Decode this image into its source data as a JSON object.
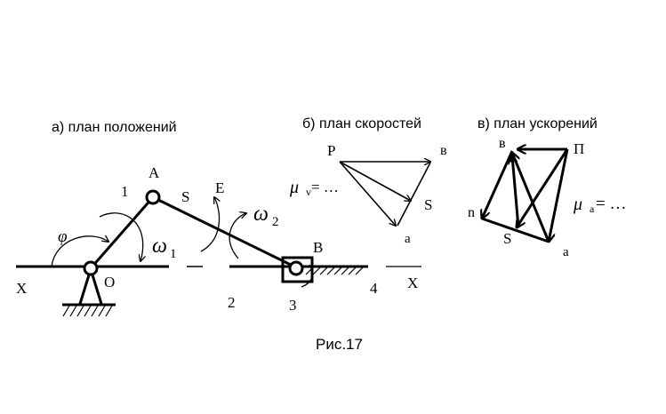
{
  "titles": {
    "positions": "а) план положений",
    "velocities": "б) план скоростей",
    "accelerations": "в) план ускорений"
  },
  "caption": "Рис.17",
  "mechanism": {
    "axis_x_left": "X",
    "axis_x_right": "X",
    "point_O": "O",
    "point_A": "A",
    "point_B": "B",
    "point_S": "S",
    "point_E": "E",
    "link_1": "1",
    "link_2": "2",
    "link_3": "3",
    "link_4": "4",
    "angle": "φ",
    "omega_1": "ω",
    "omega_1_sub": "1",
    "omega_2": "ω",
    "omega_2_sub": "2"
  },
  "velocity_plan": {
    "pole": "P",
    "point_b": "в",
    "point_s": "S",
    "point_a": "a",
    "scale_symbol": "μ",
    "scale_sub": "v",
    "scale_rest": " = …"
  },
  "acceleration_plan": {
    "pole": "П",
    "point_b": "в",
    "point_n": "n",
    "point_s": "S",
    "point_a": "a",
    "scale_symbol": "μ",
    "scale_sub": "a",
    "scale_rest": " = …"
  }
}
